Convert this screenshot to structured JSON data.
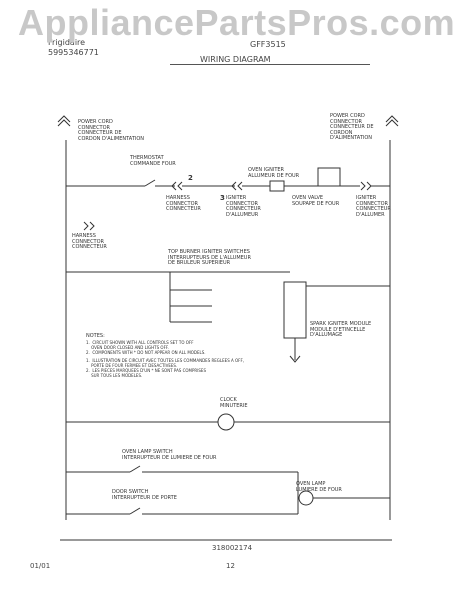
{
  "watermark": "AppliancePartsPros.com",
  "header": {
    "brand": "Frigidaire",
    "part_code": "5995346771",
    "model": "GFF3515",
    "sheet_title": "WIRING DIAGRAM"
  },
  "labels": {
    "power_cord_left": "POWER CORD\nCONNECTOR\nCONNECTEUR DE\nCORDON D'ALIMENTATION",
    "power_cord_right": "POWER CORD\nCONNECTOR\nCONNECTEUR DE\nCORDON\nD'ALIMENTATION",
    "thermostat": "THERMOSTAT\nCOMMANDE FOUR",
    "oven_igniter": "OVEN IGNITER\nALLUMEUR DE FOUR",
    "harness_connector": "HARNESS\nCONNECTOR\nCONNECTEUR",
    "igniter_connector": "IGNITER\nCONNECTOR\nCONNECTEUR\nD'ALLUMEUR",
    "oven_valve": "OVEN VALVE\nSOUPAPE DE FOUR",
    "igniter_connector_right": "IGNITER\nCONNECTOR\nCONNECTEUR\nD'ALLUMER",
    "harness_connector_left": "HARNESS\nCONNECTOR\nCONNECTEUR",
    "top_burner_switches": "TOP BURNER IGNITER SWITCHES\nINTERRUPTEURS DE L'ALLUMEUR\nDE BRULEUR SUPERIEUR",
    "spark_module": "SPARK IGNITER MODULE\nMODULE D'ETINCELLE\nD'ALLUMAGE",
    "clock": "CLOCK\nMINUTERIE",
    "oven_lamp_switch": "OVEN LAMP SWITCH\nINTERRUPTEUR DE LUMIERE DE FOUR",
    "door_switch": "DOOR SWITCH\nINTERRUPTEUR DE PORTE",
    "oven_lamp": "OVEN LAMP\nLUMIERE DE FOUR",
    "number_2": "2",
    "number_3": "3"
  },
  "notes": {
    "title": "NOTES:",
    "en": "1.  CIRCUIT SHOWN WITH ALL CONTROLS SET TO OFF\n    OVEN DOOR CLOSED AND LIGHTS OFF.\n2.  COMPONENTS WITH * DO NOT APPEAR ON ALL MODELS.",
    "fr": "1.  ILLUSTRATION DE CIRCUIT AVEC TOUTES LES COMMANDES REGLEES A OFF,\n    PORTE DE FOUR FERMEE ET DESACTIVEES.\n2.  LES PIECES MARQUEES D'UN * NE SONT PAS COMPRISES\n    SUR TOUS LES MODELES."
  },
  "diagram_number": "318002174",
  "footer": {
    "date": "01/01",
    "page": "12"
  }
}
